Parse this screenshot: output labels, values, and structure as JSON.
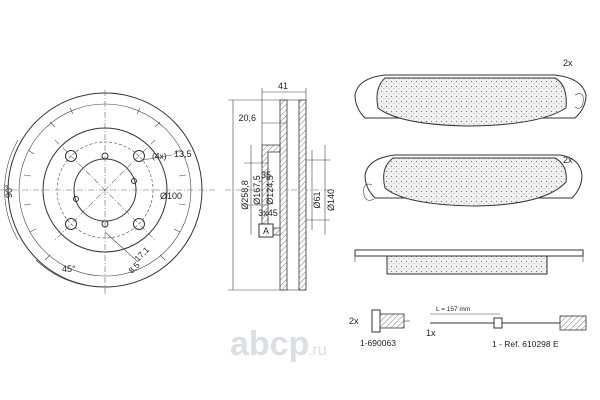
{
  "disc_front": {
    "angle_90": "90°",
    "angle_45": "45°",
    "holes_count": "(4x)",
    "hole_dia": "13,5",
    "pcd": "Ø100",
    "hub_bore": "17,1",
    "dim_8_5": "8,5"
  },
  "disc_section": {
    "overall_thickness": "41",
    "offset": "20,6",
    "dia_outer": "Ø258,8",
    "dia_167": "Ø167,5",
    "dia_124": "Ø124,5",
    "height_35": "35",
    "chamfer": "3x45",
    "dia_61": "Ø61",
    "dia_140": "Ø140",
    "label_a": "A"
  },
  "pads": {
    "qty_top": "2x",
    "qty_middle": "2x"
  },
  "accessories": {
    "clip_qty": "2x",
    "clip_ref": "1-690063",
    "sensor_length": "L = 157 mm",
    "sensor_qty": "1x",
    "sensor_ref": "1 - Ref. 610298 E"
  },
  "watermark": {
    "brand": "abcp",
    "domain": ".ru"
  }
}
